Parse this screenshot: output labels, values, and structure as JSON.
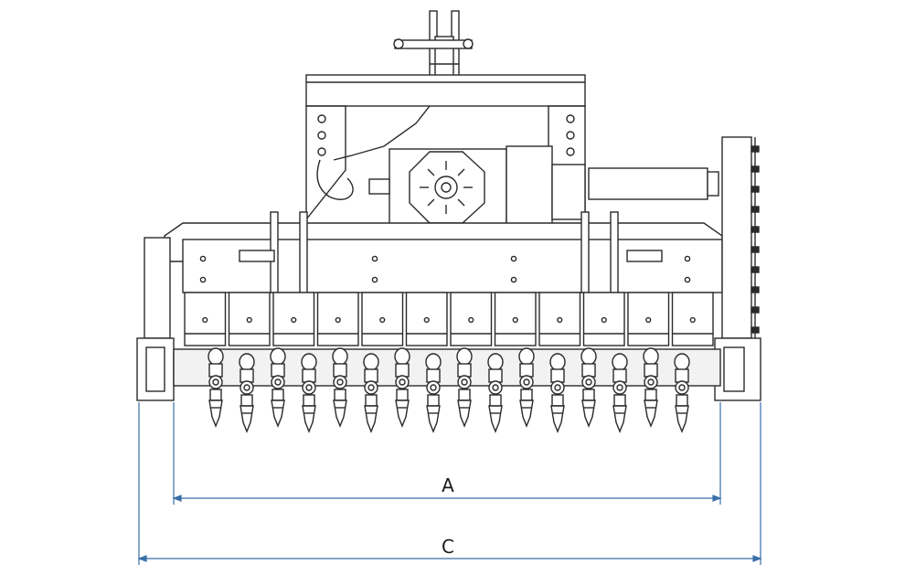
{
  "colors": {
    "line": "#2a2a2a",
    "dimension": "#3a6fa8",
    "paper": "#ffffff",
    "shade": "#f2f2f2"
  },
  "dimensions": {
    "a": {
      "label": "A"
    },
    "c": {
      "label": "C"
    }
  },
  "machine": {
    "tooth_rows": 16,
    "hood_plates": 12
  }
}
